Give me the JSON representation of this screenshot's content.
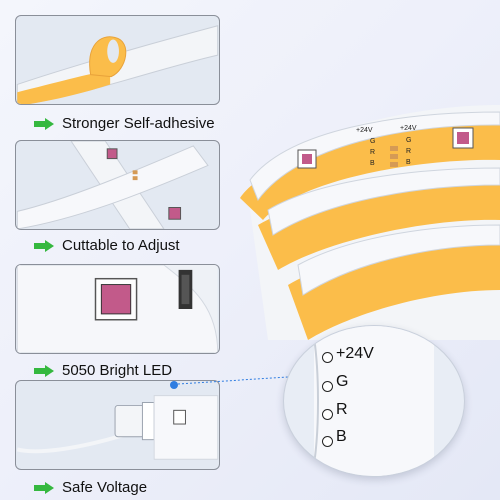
{
  "features": [
    {
      "label": "Stronger Self-adhesive"
    },
    {
      "label": "Cuttable to Adjust"
    },
    {
      "label": "5050 Bright LED"
    },
    {
      "label": "Safe Voltage"
    }
  ],
  "zoom": {
    "pins": [
      "+24V",
      "G",
      "R",
      "B"
    ]
  },
  "strip": {
    "pins_left": [
      "+24V",
      "G",
      "R",
      "B"
    ],
    "pins_right": [
      "+24V",
      "G",
      "R",
      "B"
    ]
  },
  "colors": {
    "adhesive": "#fbbd4a",
    "strip": "#f3f5f8",
    "arrow": "#35b83f",
    "led": "#c25a8a",
    "copper": "#d59a55"
  },
  "icons": [
    "arrow-right-icon",
    "led-chip-icon",
    "connector-icon",
    "link-dot-icon"
  ]
}
